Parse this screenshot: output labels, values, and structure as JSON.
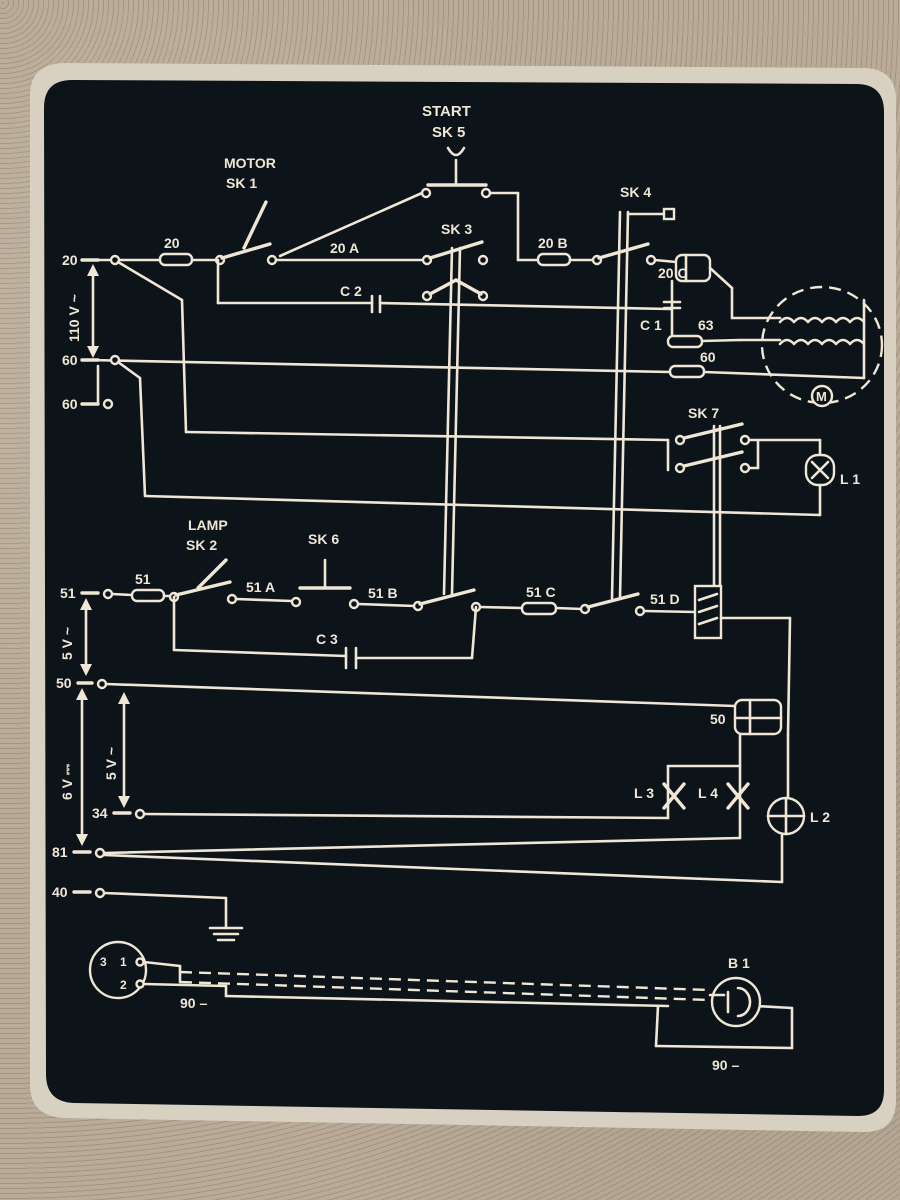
{
  "colors": {
    "plate": "#0c1419",
    "trace": "#efe6d6",
    "frame": "#d8d1c2"
  },
  "title": {
    "start": "START",
    "sk5": "SK 5"
  },
  "labels": {
    "motor": "MOTOR",
    "sk1": "SK 1",
    "sk3": "SK 3",
    "sk4": "SK 4",
    "sk7": "SK 7",
    "lamp": "LAMP",
    "sk2": "SK 2",
    "sk6": "SK 6",
    "w20": "20",
    "w20a": "20 A",
    "w20b": "20 B",
    "w20c": "20 C",
    "c1": "C 1",
    "c2": "C 2",
    "c3": "C 3",
    "w63": "63",
    "w60": "60",
    "l1": "L 1",
    "l2": "L 2",
    "l3": "L 3",
    "l4": "L 4",
    "w51": "51",
    "w51a": "51 A",
    "w51b": "51 B",
    "w51c": "51 C",
    "w51d": "51 D",
    "w50": "50",
    "b1": "B 1",
    "w90a": "90 –",
    "w90b": "90 –",
    "motor_symbol": "M"
  },
  "terminals": {
    "t20": "20",
    "t60a": "60",
    "t60b": "60",
    "t51": "51",
    "t50": "50",
    "t34": "34",
    "t81": "81",
    "t40": "40"
  },
  "voltages": {
    "v110": "110 V ~",
    "v5a": "5 V ~",
    "v6": "6 V ⎓",
    "v5b": "5 V ~"
  },
  "connector": {
    "p1": "1",
    "p2": "2",
    "p3": "3"
  }
}
